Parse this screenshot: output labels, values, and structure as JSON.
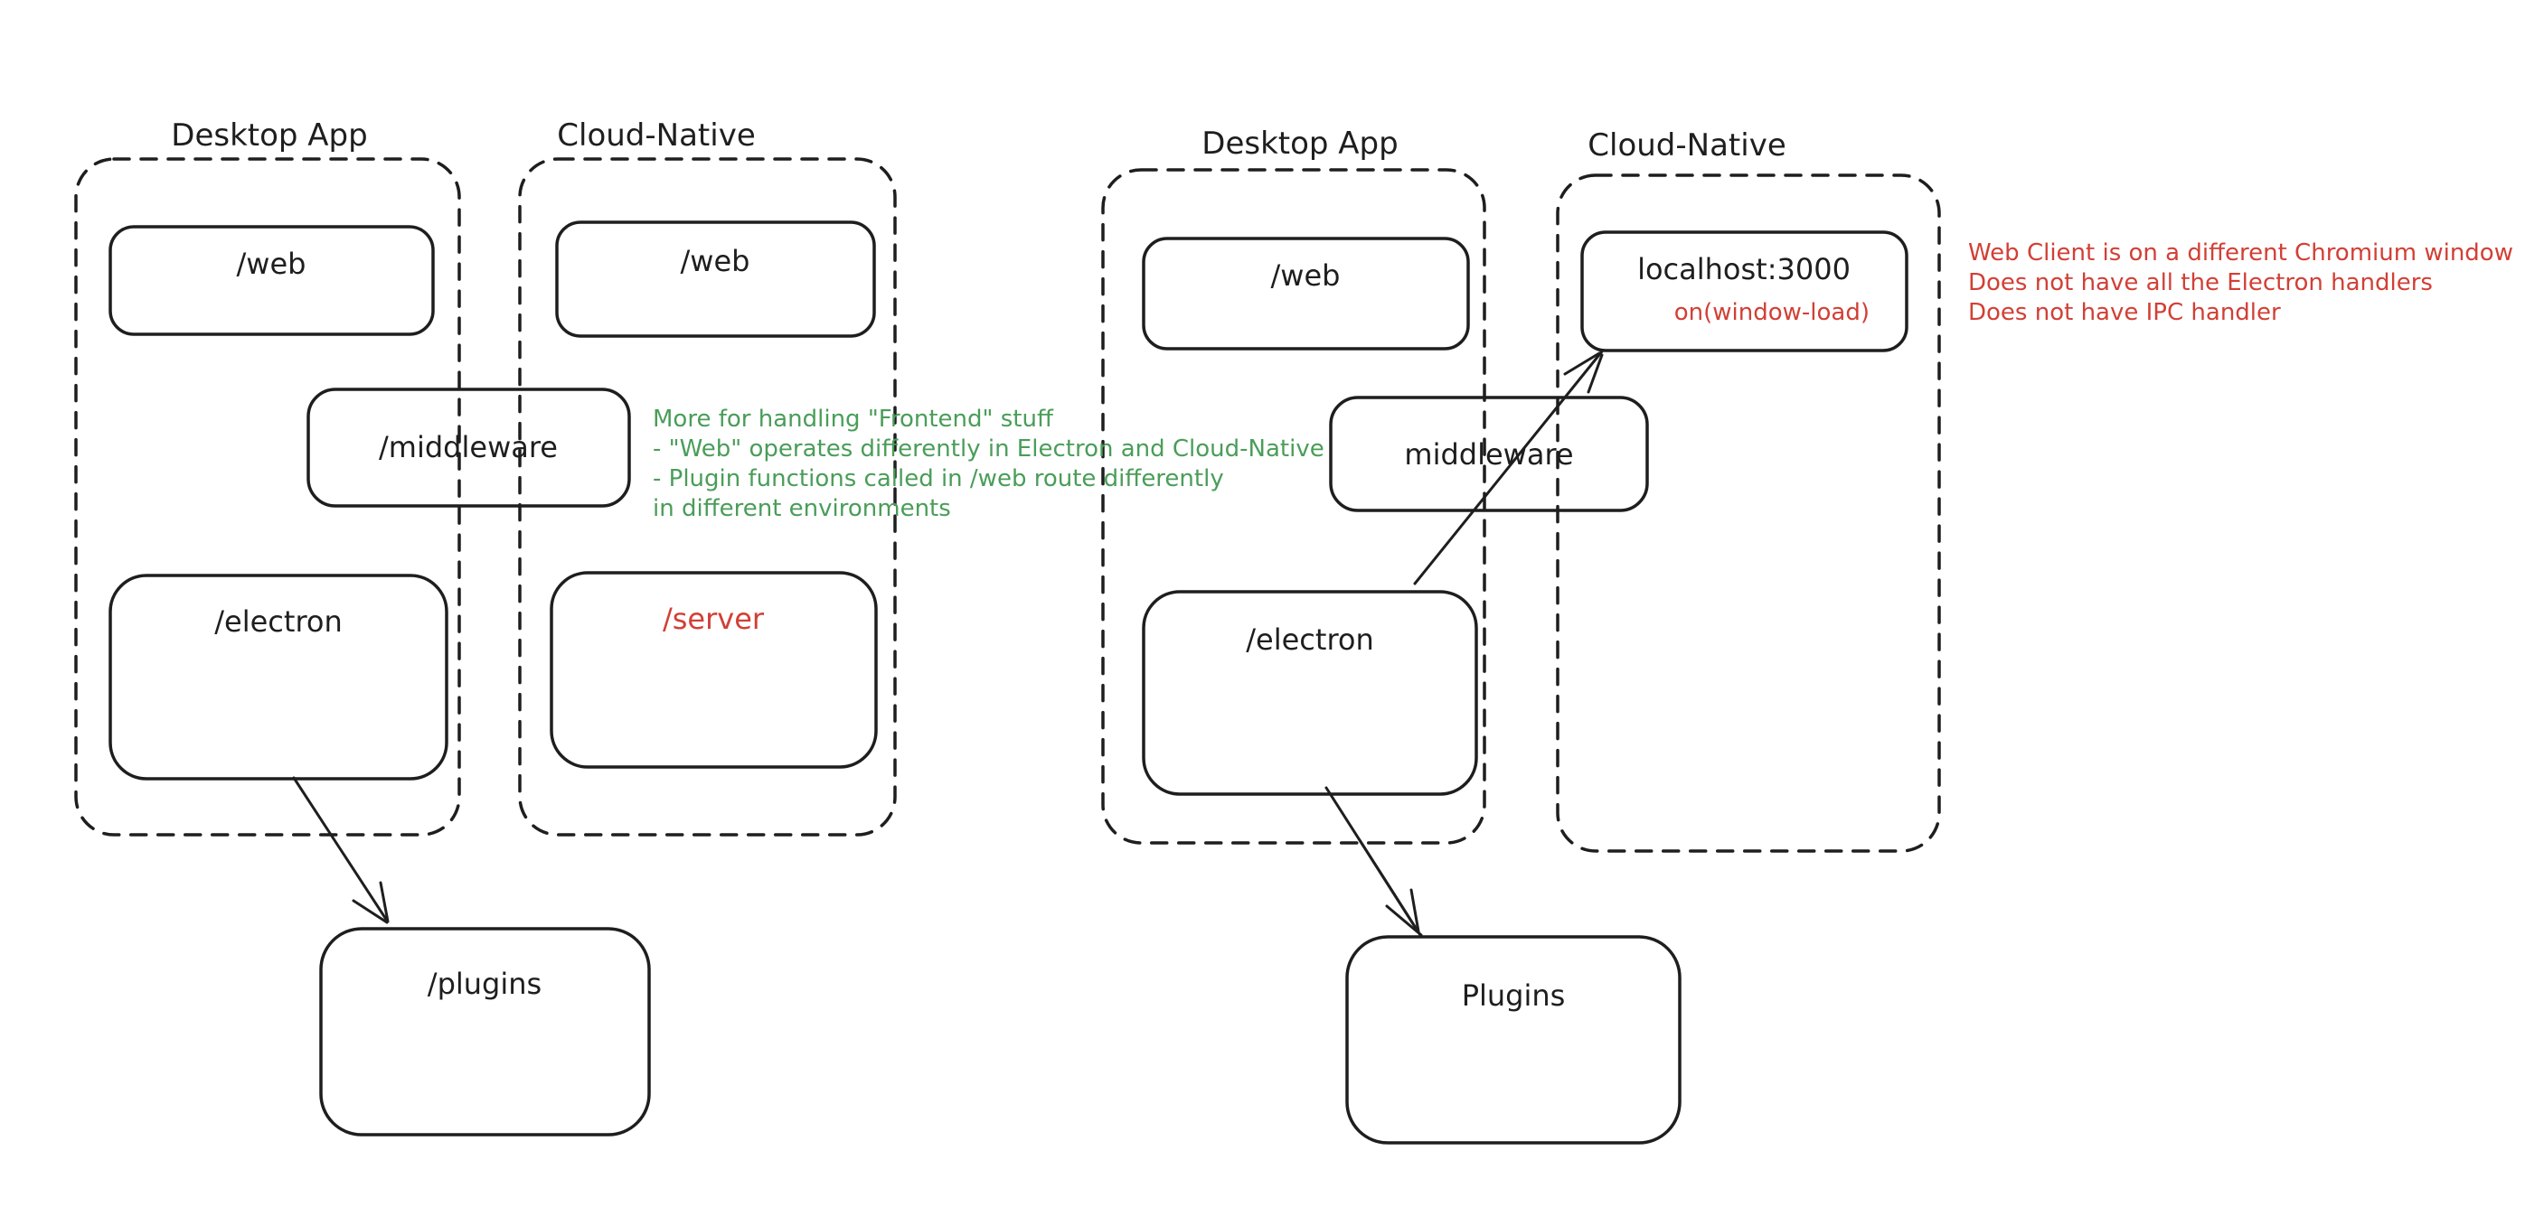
{
  "canvas": {
    "background": "#ffffff",
    "stroke_color": "#1e1e1e",
    "green_accent": "#4a9d59",
    "red_accent": "#d23f35"
  },
  "left_diagram": {
    "desktop_container": {
      "title": "Desktop App"
    },
    "cloud_container": {
      "title": "Cloud-Native"
    },
    "boxes": {
      "web_desktop": "/web",
      "web_cloud": "/web",
      "middleware": "/middleware",
      "electron": "/electron",
      "server": "/server",
      "plugins": "/plugins"
    }
  },
  "green_note": {
    "color": "#4a9d59",
    "lines": [
      "More for handling \"Frontend\" stuff",
      "- \"Web\" operates differently in Electron and Cloud-Native",
      "- Plugin functions called in /web route differently",
      "in different environments"
    ]
  },
  "right_diagram": {
    "desktop_container": {
      "title": "Desktop App"
    },
    "cloud_container": {
      "title": "Cloud-Native"
    },
    "boxes": {
      "web": "/web",
      "localhost": "localhost:3000",
      "window_load": "on(window-load)",
      "middleware": "middleware",
      "electron": "/electron",
      "plugins": "Plugins"
    }
  },
  "red_note": {
    "color": "#d23f35",
    "lines": [
      "Web Client is on a different Chromium window",
      "Does not have all the Electron handlers",
      "Does not have IPC handler"
    ]
  }
}
